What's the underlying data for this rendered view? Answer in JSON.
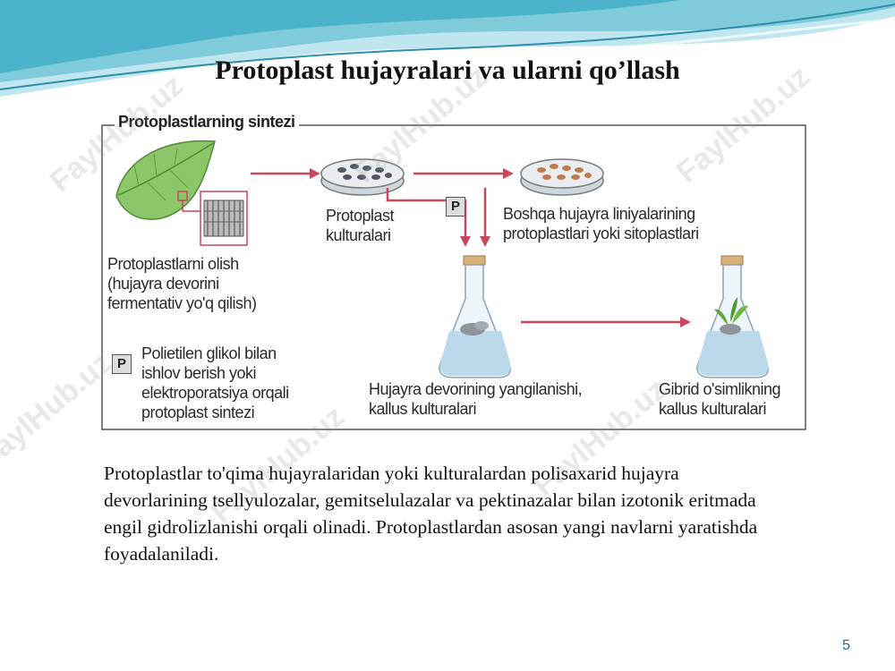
{
  "slide": {
    "title": "Protoplast hujayralari va ularni qo’llash",
    "page_number": "5",
    "watermark": "FaylHub.uz"
  },
  "diagram": {
    "heading": "Protoplastlarning sintezi",
    "badge_letter": "P",
    "labels": {
      "obtain": "Protoplastlarni olish\n(hujayra devorini\nfermentativ yo'q qilish)",
      "cultures": "Protoplast\nkulturalari",
      "other_lines": "Boshqa hujayra liniyalarining\nprotoplastlari yoki sitoplastlari",
      "synthesis": "Polietilen glikol bilan\nishlov berish yoki\nelektroporatsiya orqali\nprotoplast sintezi",
      "regeneration": "Hujayra devorining yangilanishi,\nkallus kulturalari",
      "hybrid": "Gibrid o'simlikning\nkallus kulturalari"
    }
  },
  "body": {
    "paragraph": "Protoplastlar to'qima hujayralaridan yoki kulturalardan polisaxarid hujayra devorlarining tsellyulozalar, gemitselulazalar va pektinazalar bilan izotonik eritmada engil gidrolizlanishi orqali olinadi. Protoplastlardan asosan yangi navlarni yaratishda foyadalaniladi."
  },
  "colors": {
    "arrow": "#c8475a",
    "wave_primary": "#4bb3c9",
    "wave_light": "#a8dbe6",
    "page_number": "#1b6f86"
  }
}
